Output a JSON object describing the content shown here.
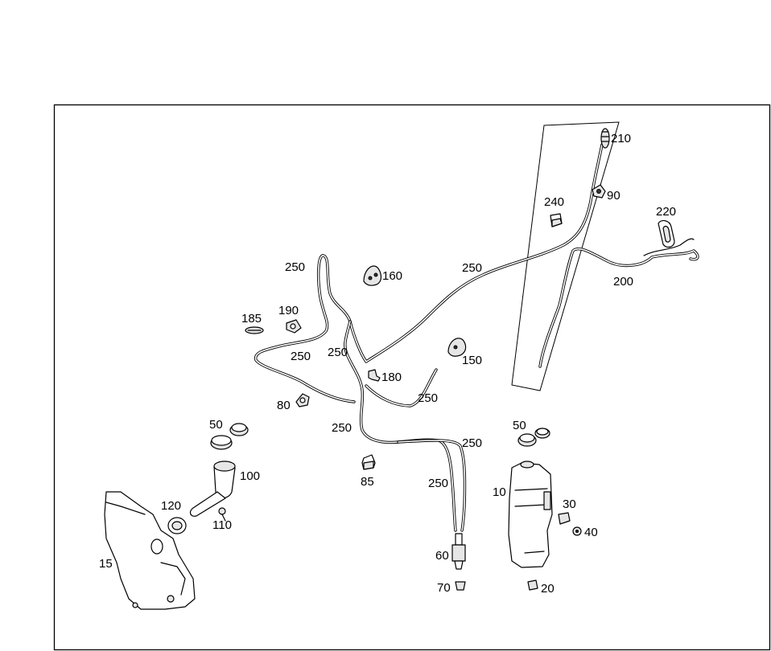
{
  "labels": {
    "p210": "210",
    "p90": "90",
    "p240": "240",
    "p220": "220",
    "p250_a": "250",
    "p160": "160",
    "p250_b": "250",
    "p200": "200",
    "p185": "185",
    "p190": "190",
    "p250_c": "250",
    "p250_d": "250",
    "p150": "150",
    "p180": "180",
    "p250_e": "250",
    "p80": "80",
    "p250_f": "250",
    "p50_a": "50",
    "p50_b": "50",
    "p250_g": "250",
    "p100": "100",
    "p85": "85",
    "p250_h": "250",
    "p10": "10",
    "p120": "120",
    "p110": "110",
    "p30": "30",
    "p40": "40",
    "p15": "15",
    "p60": "60",
    "p70": "70",
    "p20": "20"
  }
}
